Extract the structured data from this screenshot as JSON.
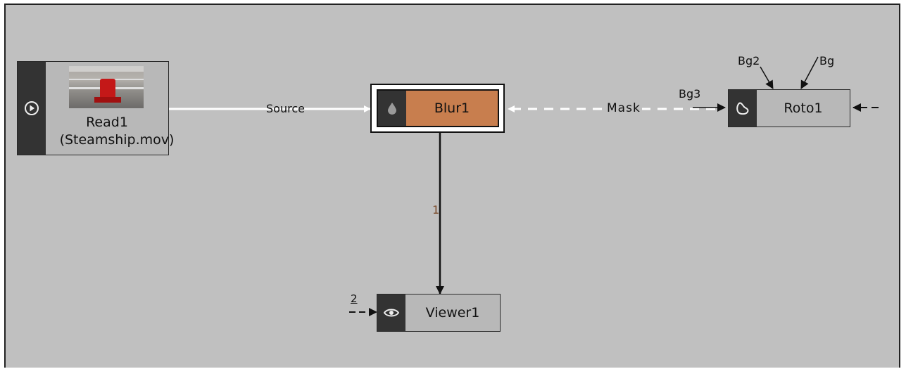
{
  "nodes": {
    "read": {
      "name": "Read1",
      "file": "(Steamship.mov)",
      "icon": "play-circle-icon"
    },
    "blur": {
      "name": "Blur1",
      "icon": "droplet-icon",
      "color": "#c87e4e"
    },
    "roto": {
      "name": "Roto1",
      "icon": "roto-shape-icon"
    },
    "viewer": {
      "name": "Viewer1",
      "icon": "eye-icon"
    }
  },
  "inputs": {
    "source": "Source",
    "mask": "Mask",
    "bg": "Bg",
    "bg2": "Bg2",
    "bg3": "Bg3",
    "blur_to_viewer": "1",
    "viewer_input2": "2"
  },
  "colors": {
    "canvas": "#c0c0c0",
    "node_body": "#b8b8b8",
    "node_strip": "#333333",
    "blur_accent": "#c87e4e",
    "wire_white": "#ffffff",
    "wire_black": "#111111"
  }
}
